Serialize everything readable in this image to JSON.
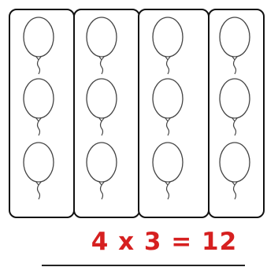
{
  "figure": {
    "groups": [
      {
        "balloons": 3
      },
      {
        "balloons": 3
      },
      {
        "balloons": 3
      },
      {
        "balloons": 3
      }
    ],
    "equation": {
      "text": "4 x 3 = 12",
      "color": "#d62020"
    },
    "line_color": "#111111"
  }
}
